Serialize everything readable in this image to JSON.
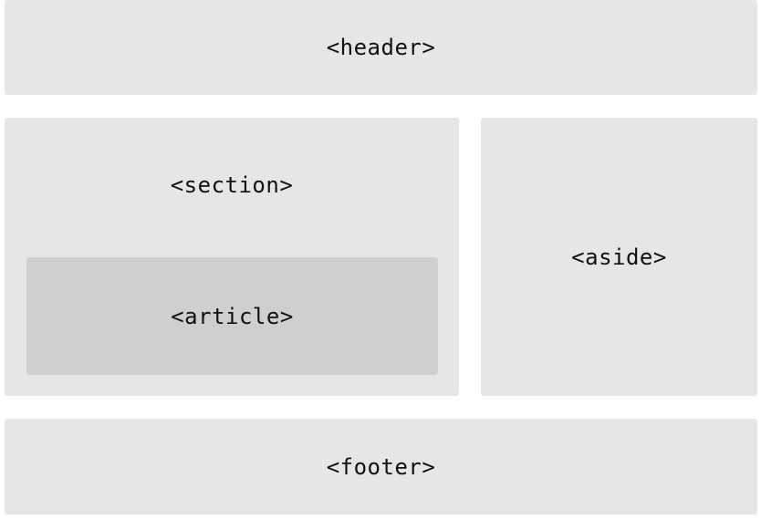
{
  "diagram": {
    "header": {
      "label": "<header>"
    },
    "section": {
      "label": "<section>",
      "article": {
        "label": "<article>"
      }
    },
    "aside": {
      "label": "<aside>"
    },
    "footer": {
      "label": "<footer>"
    }
  },
  "colors": {
    "block": "#e6e6e6",
    "nested_block": "#cfcfcf",
    "text": "#111111"
  }
}
